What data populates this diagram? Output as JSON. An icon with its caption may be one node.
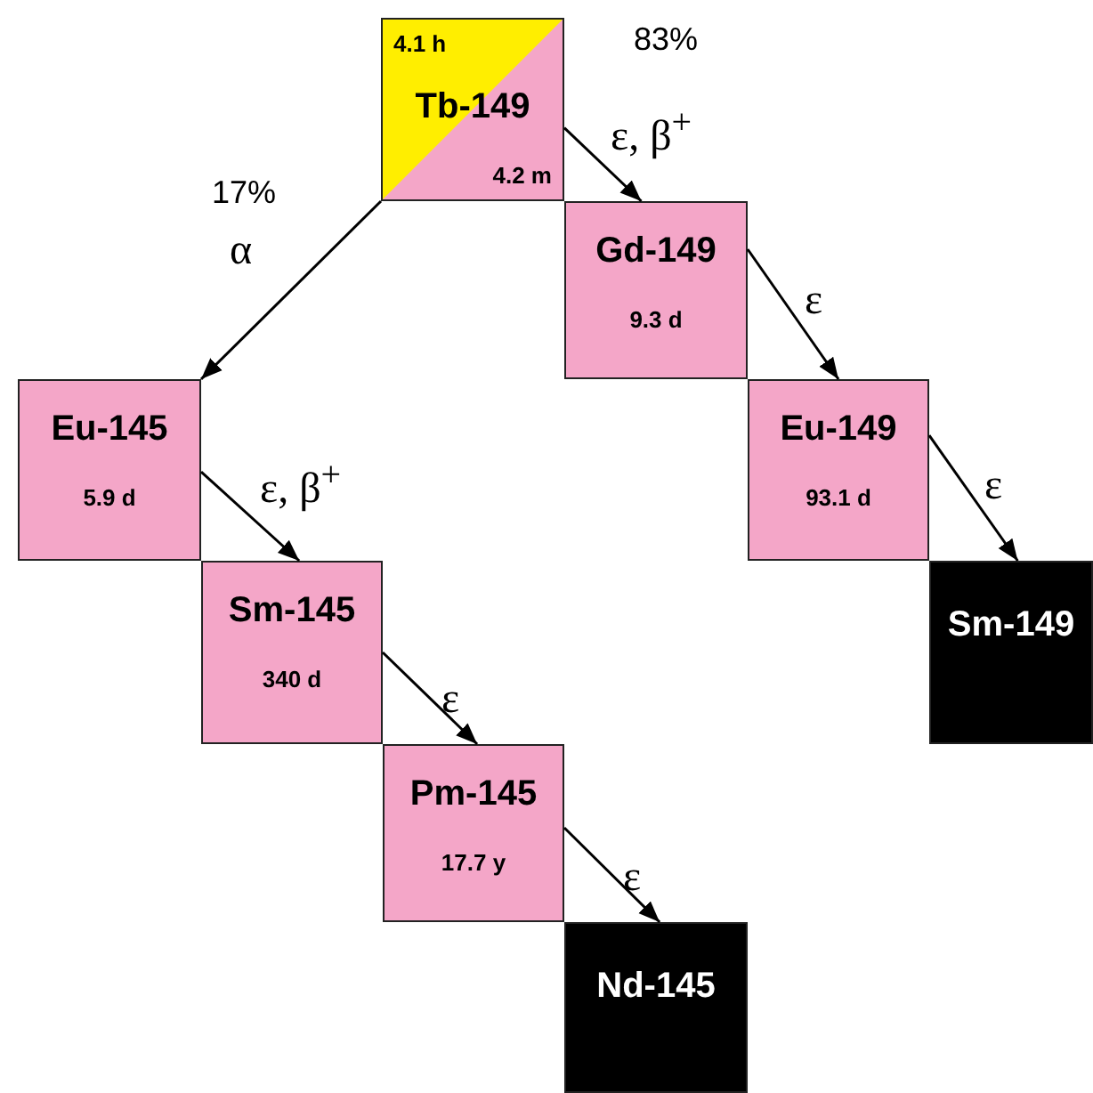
{
  "diagram": {
    "nodes": [
      {
        "text": [
          "4.1 h",
          "Tb-149",
          "4.2 m"
        ]
      },
      {
        "text": [
          "Gd-149",
          "9.3 d"
        ]
      },
      {
        "text": [
          "Eu-149",
          "93.1 d"
        ]
      },
      {
        "text": [
          "Sm-149"
        ]
      },
      {
        "text": [
          "Eu-145",
          "5.9 d"
        ]
      },
      {
        "text": [
          "Sm-145",
          "340 d"
        ]
      },
      {
        "text": [
          "Pm-145",
          "17.7 y"
        ]
      },
      {
        "text": [
          "Nd-145"
        ]
      }
    ],
    "edges": [
      {
        "from": 0,
        "to": 1,
        "arrow": "to",
        "label": "ε, β$^{+}$"
      },
      {
        "from": 0,
        "to": 4,
        "arrow": "to",
        "label": "α"
      },
      {
        "from": 1,
        "to": 2,
        "arrow": "to",
        "label": "ε"
      },
      {
        "from": 2,
        "to": 3,
        "arrow": "to",
        "label": "ε"
      },
      {
        "from": 4,
        "to": 5,
        "arrow": "to",
        "label": "ε, β$^{+}$"
      },
      {
        "from": 5,
        "to": 6,
        "arrow": "to",
        "label": "ε"
      },
      {
        "from": 6,
        "to": 7,
        "arrow": "to",
        "label": "ε"
      }
    ],
    "labels": [
      "83%",
      "17%"
    ]
  }
}
